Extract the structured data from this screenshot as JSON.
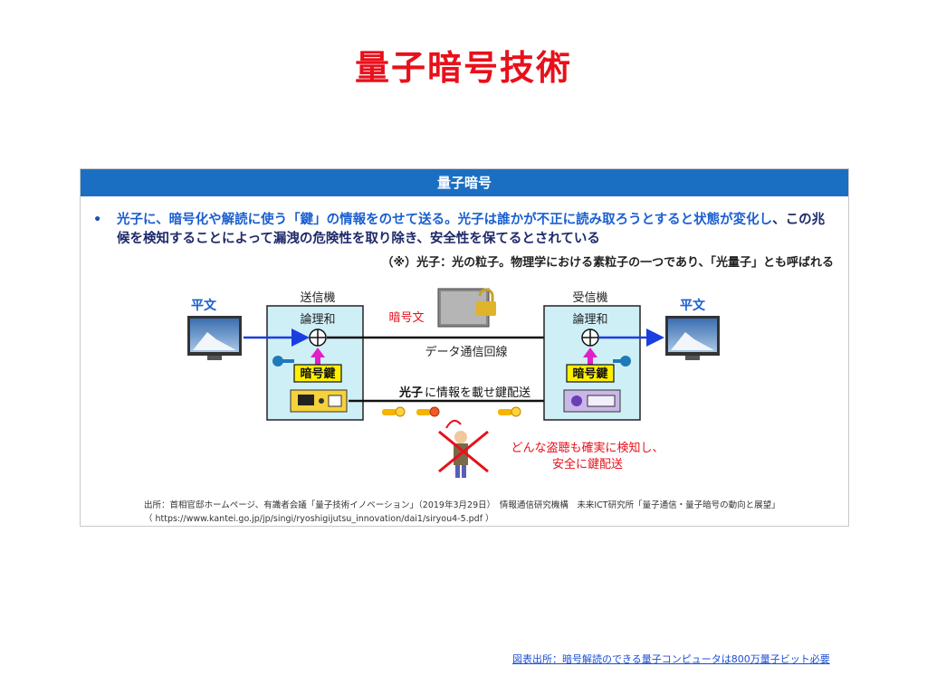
{
  "title": "量子暗号技術",
  "panel": {
    "header": "量子暗号",
    "bullet_part1": "光子に、暗号化や解読に使う「鍵」の情報をのせて送る。",
    "bullet_part2": "光子は誰かが不正に読み取ろうとすると状態が変化し",
    "bullet_part3": "、この兆候を検知することによって漏洩の危険性を取り除き、安全性を保てるとされている",
    "note": "（※）光子：光の粒子。物理学における素粒子の一つであり、「光量子」とも呼ばれる"
  },
  "diagram": {
    "plaintext_left": "平文",
    "plaintext_right": "平文",
    "sender": "送信機",
    "receiver": "受信機",
    "xor_left": "論理和",
    "xor_right": "論理和",
    "key_left": "暗号鍵",
    "key_right": "暗号鍵",
    "ciphertext": "暗号文",
    "data_line": "データ通信回線",
    "photon_label_bold": "光子",
    "photon_label_rest": "に情報を載せ鍵配送",
    "eavesdrop_line1": "どんな盗聴も確実に検知し、",
    "eavesdrop_line2": "安全に鍵配送"
  },
  "source": {
    "line1": "出所：首相官邸ホームページ、有識者会議「量子技術イノベーション」（2019年3月29日）　情報通信研究機構　未来ICT研究所「量子通信・量子暗号の動向と展望」",
    "line2": "（ https://www.kantei.go.jp/jp/singi/ryoshigijutsu_innovation/dai1/siryou4-5.pdf ）"
  },
  "footer_link": "図表出所：暗号解読のできる量子コンピュータは800万量子ビット必要",
  "colors": {
    "title": "#e8101b",
    "header_bg": "#1b6fc2",
    "device_box": "#cfeff7",
    "key_box": "#fff000",
    "arrow_blue": "#1a3fe0",
    "arrow_magenta": "#e020c8",
    "cipher_red": "#e8101b"
  }
}
